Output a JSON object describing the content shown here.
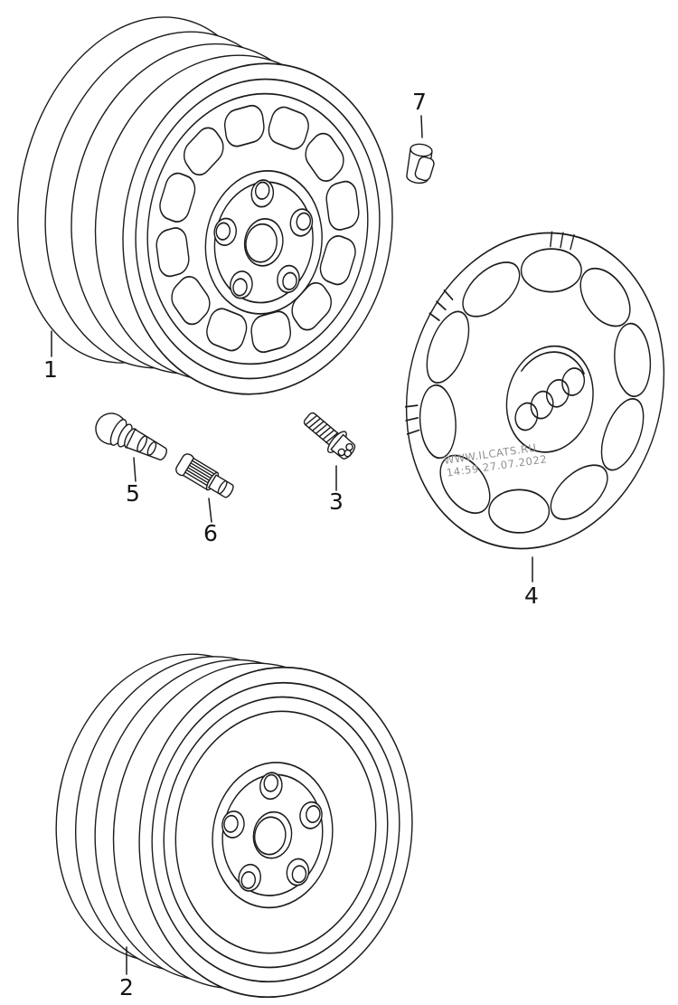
{
  "diagram": {
    "type": "parts-diagram",
    "callouts": [
      {
        "id": "1",
        "part": "steel-wheel"
      },
      {
        "id": "2",
        "part": "spare-steel-wheel"
      },
      {
        "id": "3",
        "part": "wheel-bolt"
      },
      {
        "id": "4",
        "part": "wheel-cover"
      },
      {
        "id": "5",
        "part": "tyre-valve"
      },
      {
        "id": "6",
        "part": "valve-stem"
      },
      {
        "id": "7",
        "part": "balance-weight"
      }
    ],
    "watermark": {
      "site": "WWW.ILCATS.RU",
      "timestamp": "14:59 27.07.2022"
    },
    "colors": {
      "line": "#1c1c1c",
      "watermark": "#8f8f8f",
      "background": "#ffffff"
    }
  }
}
